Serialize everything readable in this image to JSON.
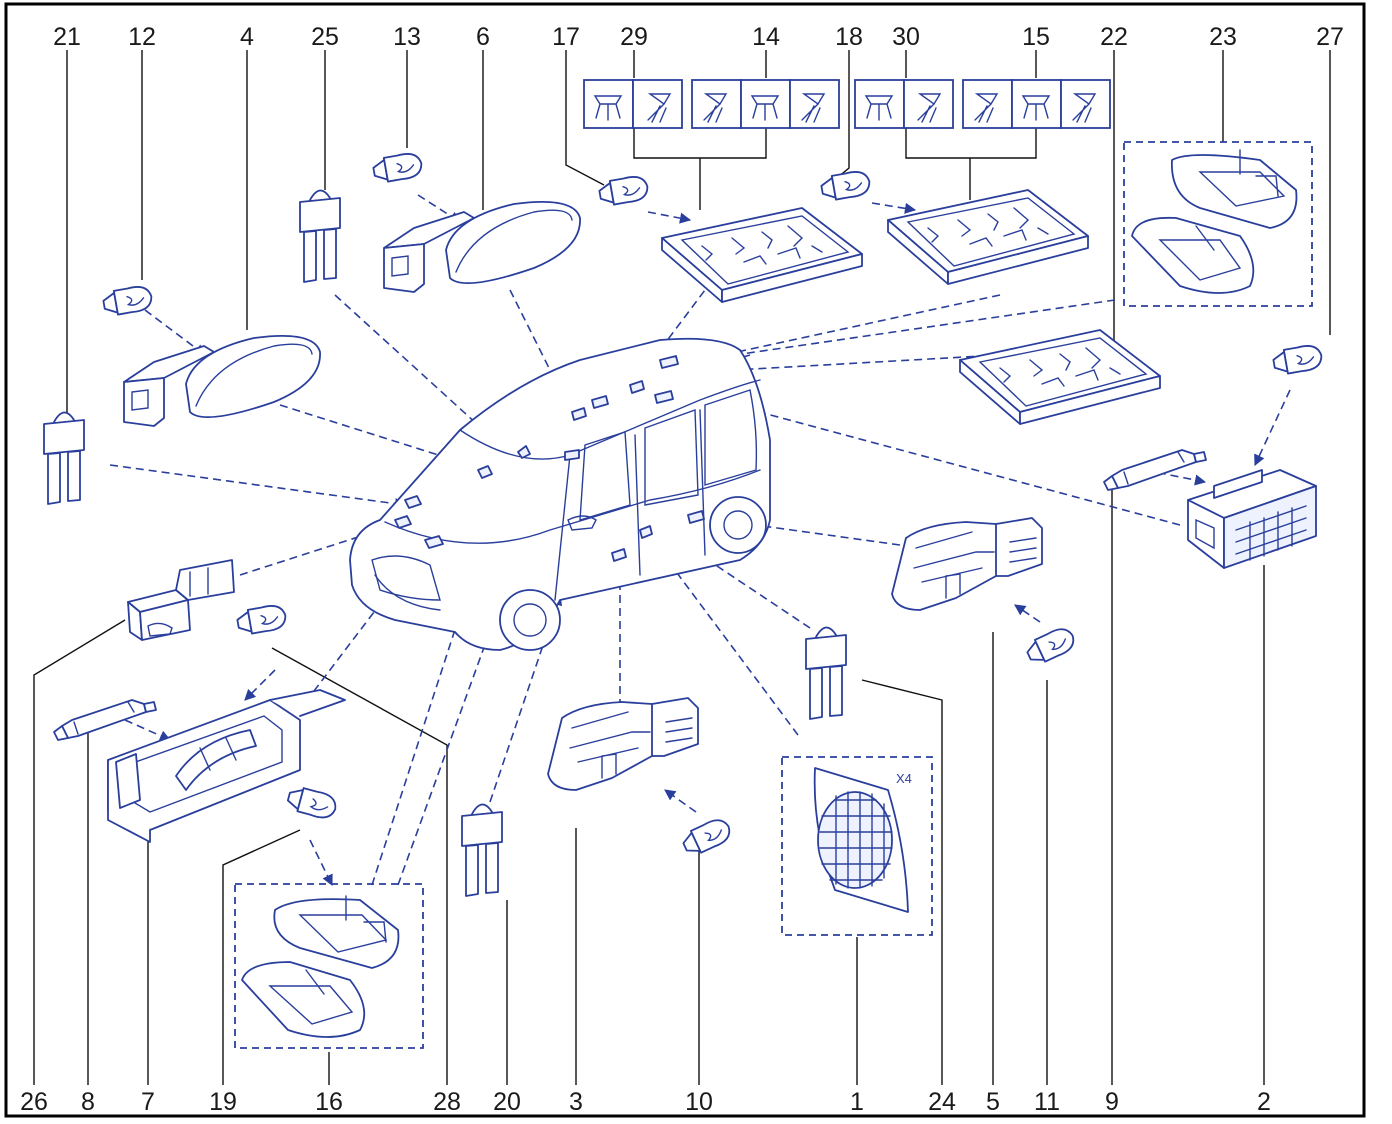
{
  "diagram": {
    "top_labels": [
      "21",
      "12",
      "4",
      "25",
      "13",
      "6",
      "17",
      "29",
      "14",
      "18",
      "30",
      "15",
      "22",
      "23",
      "27"
    ],
    "bottom_labels": [
      "26",
      "8",
      "7",
      "19",
      "16",
      "28",
      "20",
      "3",
      "10",
      "1",
      "24",
      "5",
      "11",
      "9",
      "2"
    ],
    "quantity_note": "X4",
    "colors": {
      "line": "#2a3f9c",
      "frame": "#000000",
      "leader": "#111111"
    },
    "symbol_icons": [
      "dome-lamp-icon",
      "spot-lamp-icon"
    ]
  }
}
